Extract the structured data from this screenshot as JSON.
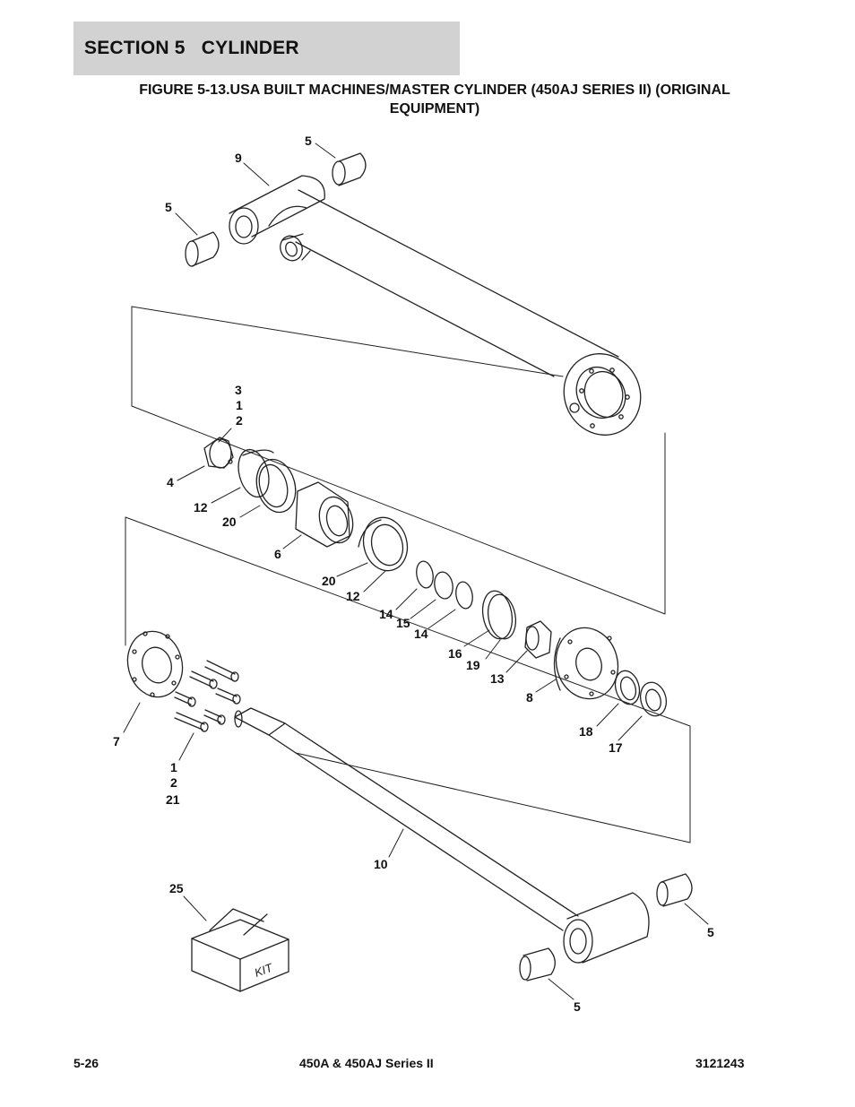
{
  "header": {
    "section_title": "SECTION 5   CYLINDER"
  },
  "figure": {
    "caption_line1": "FIGURE 5-13.USA BUILT MACHINES/MASTER CYLINDER (450AJ SERIES II) (ORIGINAL",
    "caption_line2": "EQUIPMENT)",
    "kit_label": "KIT"
  },
  "callouts": {
    "c5_top": "5",
    "c9": "9",
    "c5_left": "5",
    "c3": "3",
    "c1a": "1",
    "c2a": "2",
    "c4": "4",
    "c12a": "12",
    "c20a": "20",
    "c6": "6",
    "c20b": "20",
    "c12b": "12",
    "c14a": "14",
    "c15": "15",
    "c14b": "14",
    "c16": "16",
    "c19": "19",
    "c13": "13",
    "c8": "8",
    "c18": "18",
    "c17": "17",
    "c7": "7",
    "c1b": "1",
    "c2b": "2",
    "c21": "21",
    "c10": "10",
    "c25": "25",
    "c5_right": "5",
    "c5_bottom": "5"
  },
  "footer": {
    "page": "5-26",
    "model": "450A & 450AJ Series II",
    "doc_number": "3121243"
  }
}
